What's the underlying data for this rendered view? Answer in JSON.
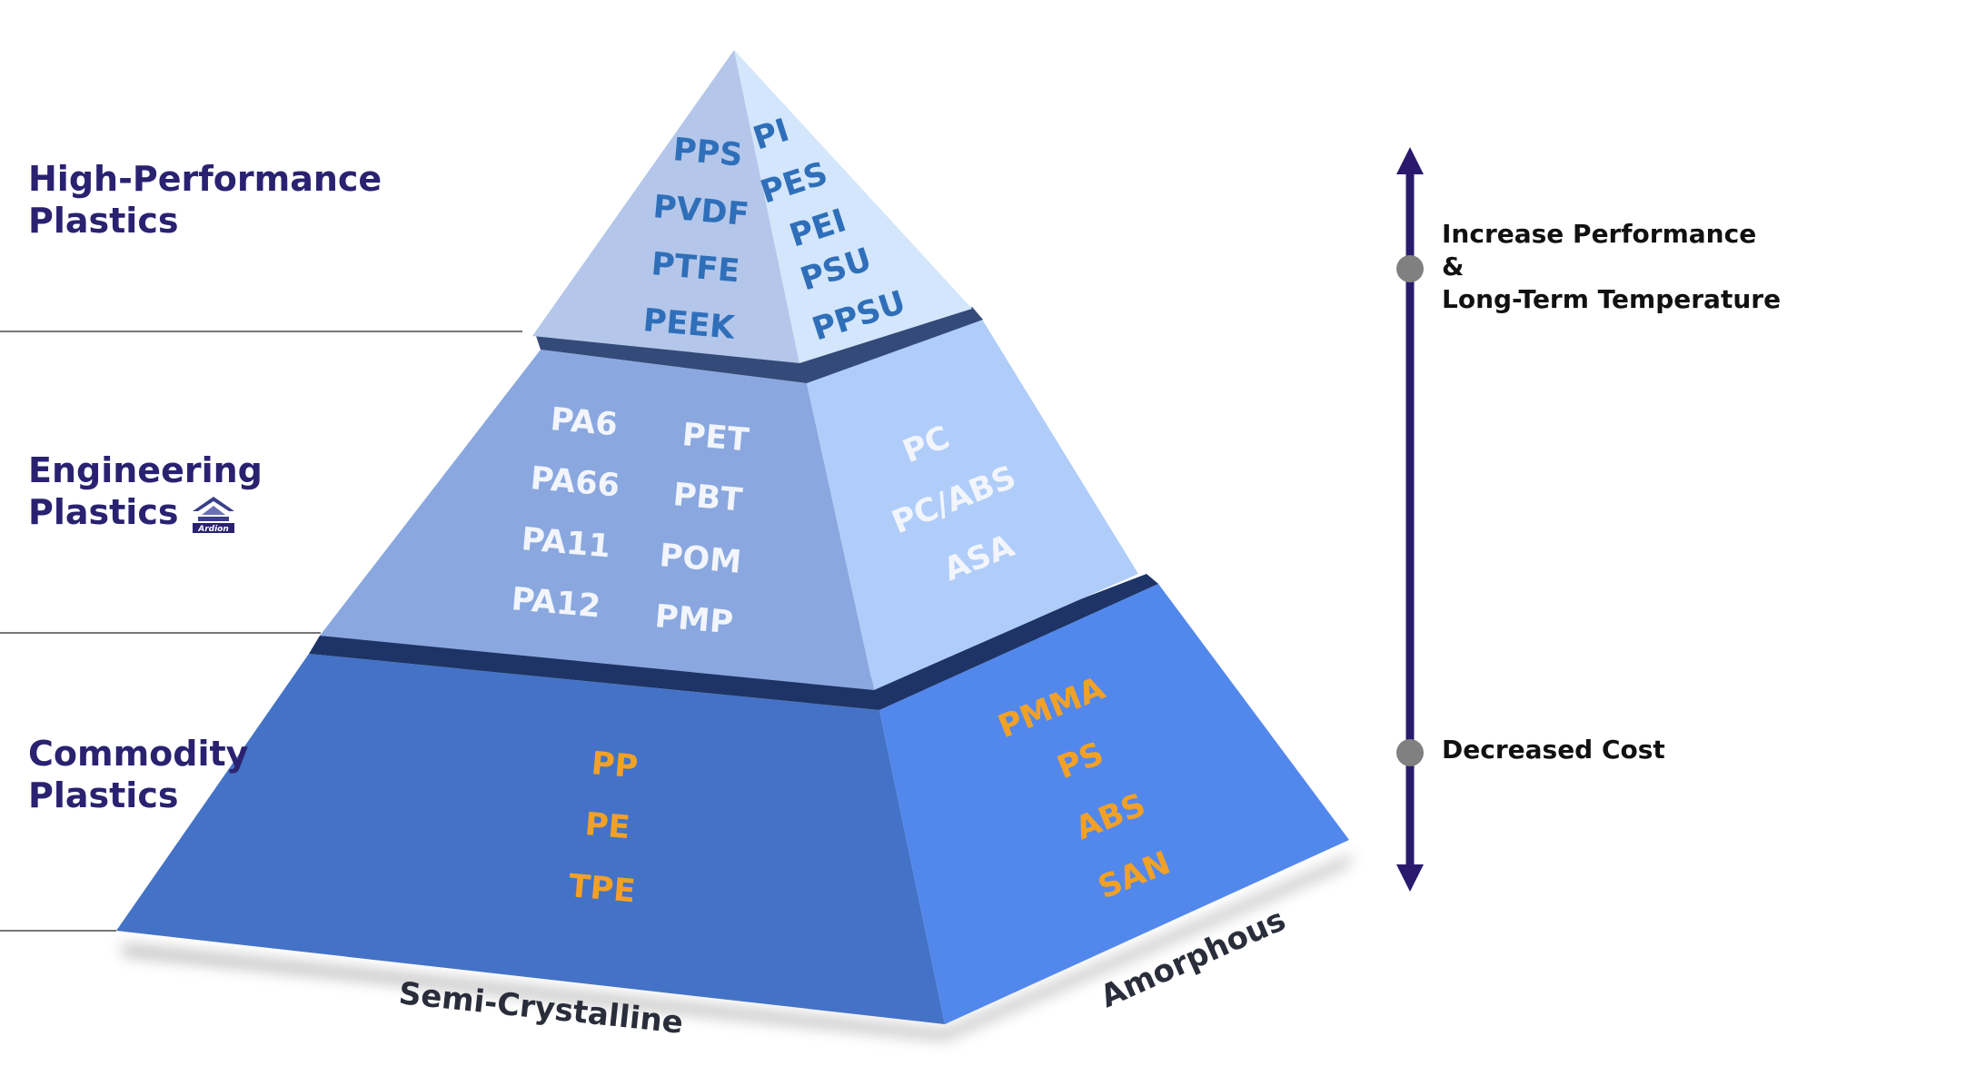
{
  "tiers": {
    "high": {
      "label_line1": "High-Performance",
      "label_line2": "Plastics"
    },
    "engineering": {
      "label_line1": "Engineering",
      "label_line2": "Plastics",
      "logo_text": "Ardion"
    },
    "commodity": {
      "label_line1": "Commodity",
      "label_line2": "Plastics"
    }
  },
  "pyramid": {
    "top_left": [
      "PPS",
      "PVDF",
      "PTFE",
      "PEEK"
    ],
    "top_right": [
      "PI",
      "PES",
      "PEI",
      "PSU",
      "PPSU"
    ],
    "mid_left_col1": [
      "PA6",
      "PA66",
      "PA11",
      "PA12"
    ],
    "mid_left_col2": [
      "PET",
      "PBT",
      "POM",
      "PMP"
    ],
    "mid_right": [
      "PC",
      "PC/ABS",
      "ASA"
    ],
    "bottom_left": [
      "PP",
      "PE",
      "TPE"
    ],
    "bottom_right": [
      "PMMA",
      "PS",
      "ABS",
      "SAN"
    ],
    "base_left_label": "Semi-Crystalline",
    "base_right_label": "Amorphous"
  },
  "axis": {
    "top_note_line1": "Increase Performance",
    "top_note_line2": "&",
    "top_note_line3": "Long-Term Temperature",
    "bottom_note": "Decreased Cost"
  },
  "colors": {
    "label_text": "#2a2270",
    "axis_color": "#2a1a6e",
    "marker_color": "#808080",
    "top_left_face": "#b4c7ea",
    "top_right_face": "#d3e6fb",
    "top_text": "#2f6fb9",
    "mid_left_face": "#8aa8df",
    "mid_right_face": "#b0cdfa",
    "mid_text": "#f2f5fb",
    "bottom_left_face": "#4472c6",
    "bottom_right_face": "#5288ec",
    "bottom_text": "#f2a126",
    "band_dark": "#344a78"
  }
}
